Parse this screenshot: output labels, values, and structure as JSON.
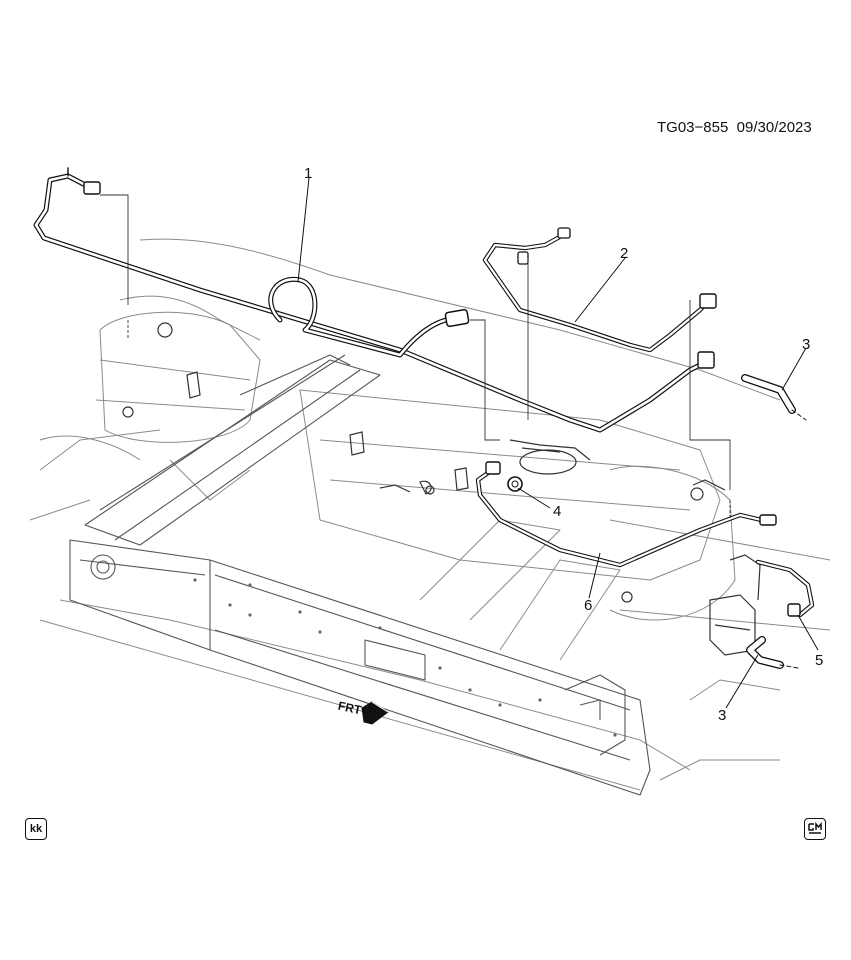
{
  "header": {
    "figure_id": "TG03−855",
    "date": "09/30/2023"
  },
  "callouts": [
    {
      "label": "1"
    },
    {
      "label": "2"
    },
    {
      "label": "3"
    },
    {
      "label": "4"
    },
    {
      "label": "6"
    },
    {
      "label": "5"
    },
    {
      "label": "3"
    }
  ],
  "front_marker": {
    "text": "FRT"
  },
  "footer": {
    "left_badge": "kk",
    "right_badge_icon": "gm-logo-icon"
  },
  "colors": {
    "line": "#111111",
    "frame": "#555555",
    "faint": "#8a8a8a"
  }
}
